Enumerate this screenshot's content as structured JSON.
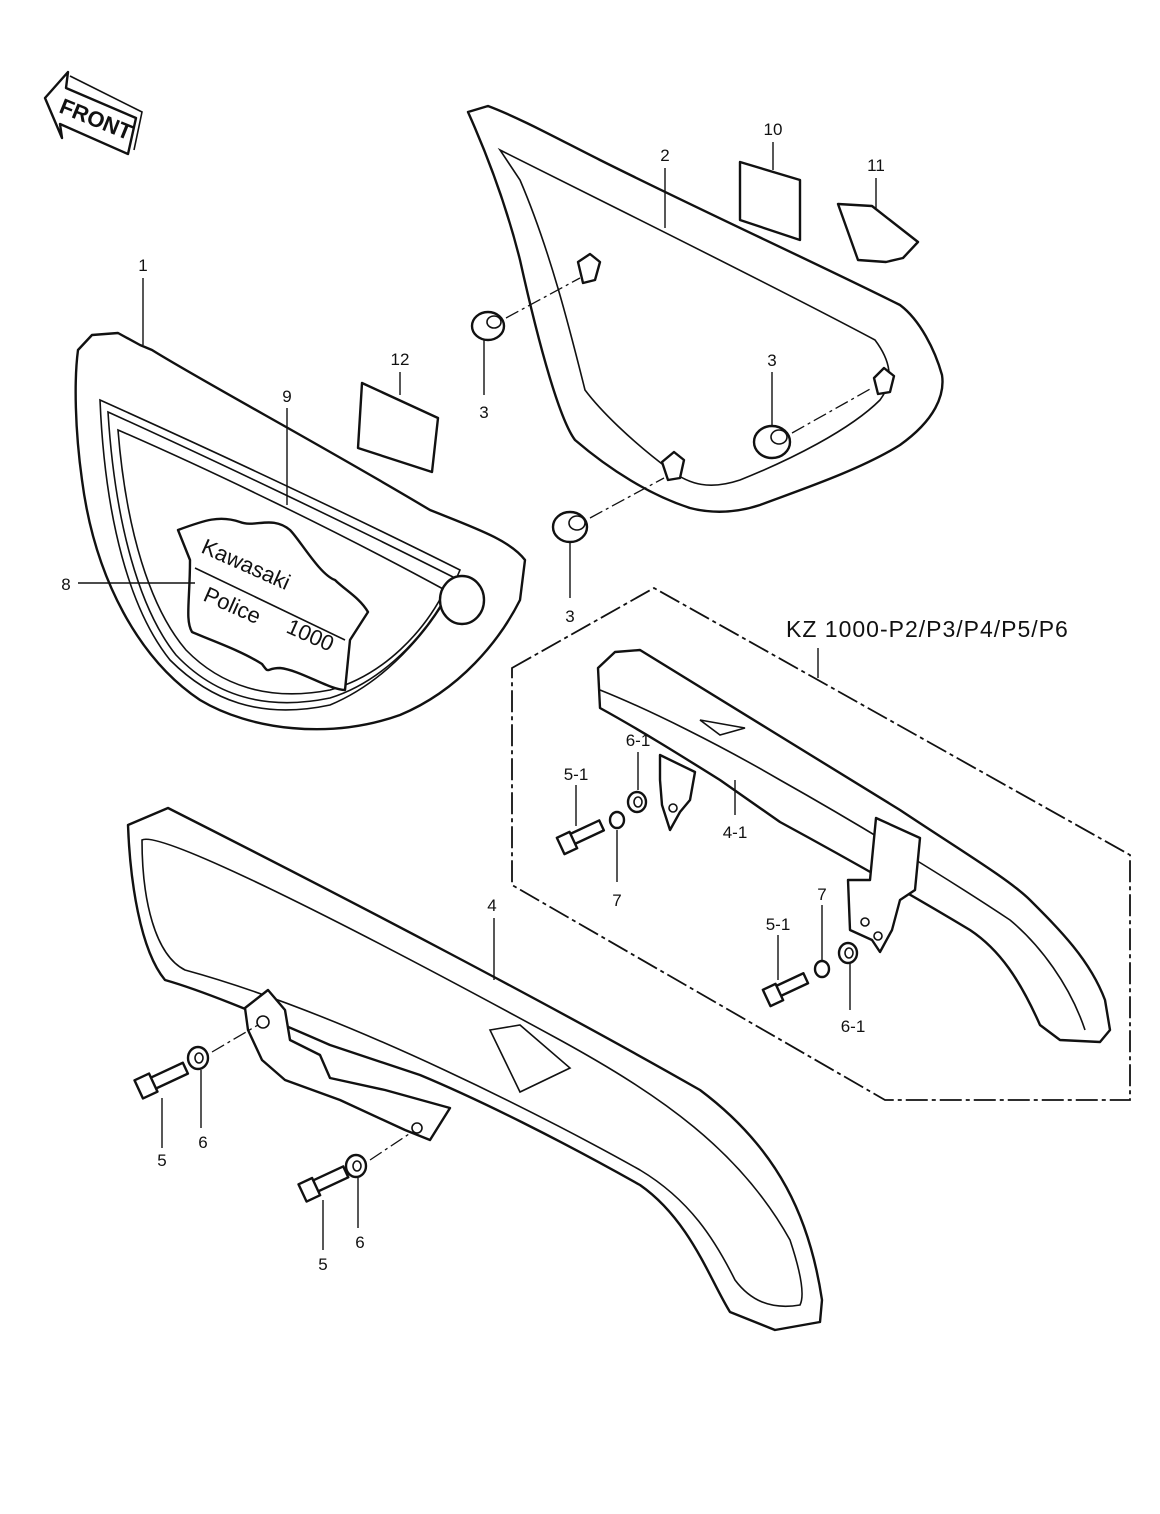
{
  "front_arrow": {
    "label": "FRONT",
    "icon": "front-arrow-icon"
  },
  "variant_title": "KZ 1000-P2/P3/P4/P5/P6",
  "emblem": {
    "line1": "Kawasaki",
    "line2": "Police",
    "line3": "1000"
  },
  "callouts": {
    "c1": "1",
    "c2": "2",
    "c3a": "3",
    "c3b": "3",
    "c3c": "3",
    "c4": "4",
    "c41": "4-1",
    "c5a": "5",
    "c5b": "5",
    "c51a": "5-1",
    "c51b": "5-1",
    "c6a": "6",
    "c6b": "6",
    "c61a": "6-1",
    "c61b": "6-1",
    "c7a": "7",
    "c7b": "7",
    "c8": "8",
    "c9": "9",
    "c10": "10",
    "c11": "11",
    "c12": "12"
  },
  "colors": {
    "ink": "#111111",
    "paper": "#ffffff"
  }
}
